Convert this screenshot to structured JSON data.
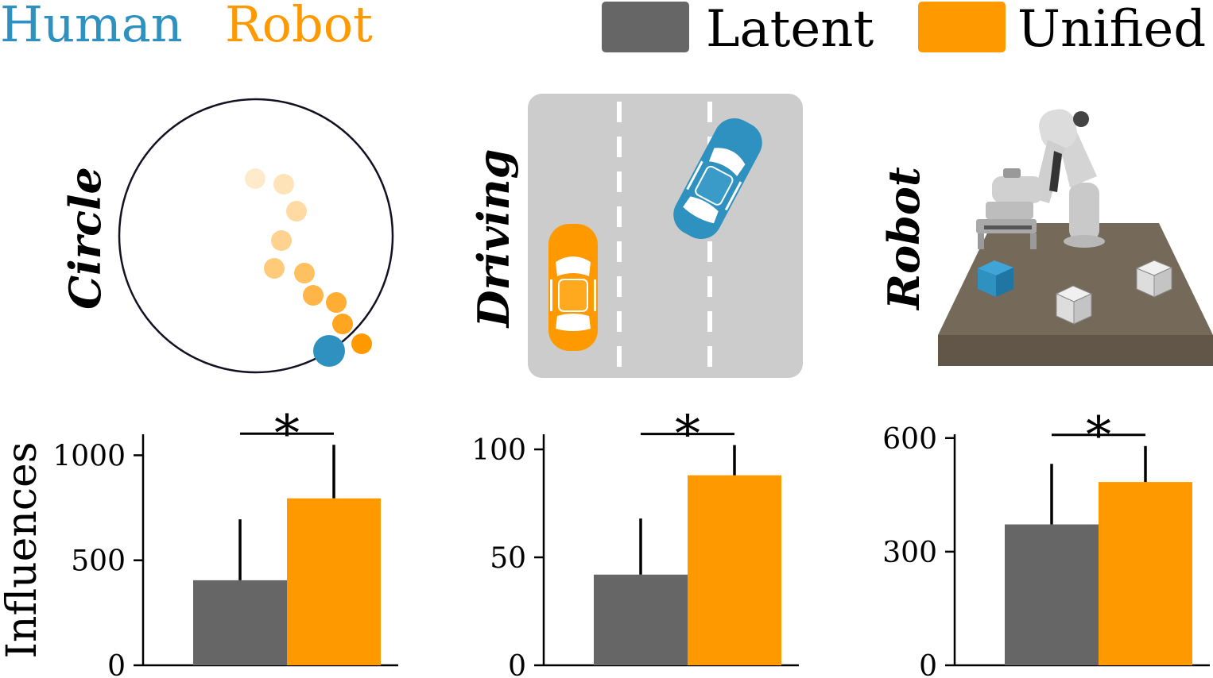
{
  "header": {
    "human_label": "Human",
    "robot_label": "Robot",
    "human_color": "#2e91c0",
    "robot_color": "#ff9900",
    "legend": [
      {
        "label": "Latent",
        "color": "#666666"
      },
      {
        "label": "Unified",
        "color": "#ff9900"
      }
    ]
  },
  "panels": [
    {
      "title": "Circle"
    },
    {
      "title": "Driving"
    },
    {
      "title": "Robot"
    }
  ],
  "colors": {
    "latent": "#666666",
    "unified": "#ff9900",
    "road": "#cccccc",
    "table": "#75695a",
    "table_side": "#615647"
  },
  "chart_data": [
    {
      "type": "bar",
      "ylabel": "Influences",
      "categories": [
        "Latent",
        "Unified"
      ],
      "values": [
        405,
        795
      ],
      "errors": [
        290,
        255
      ],
      "ylim": [
        0,
        1100
      ],
      "yticks": [
        0,
        500,
        1000
      ],
      "significance": "*"
    },
    {
      "type": "bar",
      "ylabel": "",
      "categories": [
        "Latent",
        "Unified"
      ],
      "values": [
        42,
        88
      ],
      "errors": [
        26,
        14
      ],
      "ylim": [
        0,
        107
      ],
      "yticks": [
        0,
        50,
        100
      ],
      "significance": "*"
    },
    {
      "type": "bar",
      "ylabel": "",
      "categories": [
        "Latent",
        "Unified"
      ],
      "values": [
        372,
        484
      ],
      "errors": [
        160,
        95
      ],
      "ylim": [
        0,
        610
      ],
      "yticks": [
        0,
        300,
        600
      ],
      "significance": "*"
    }
  ]
}
